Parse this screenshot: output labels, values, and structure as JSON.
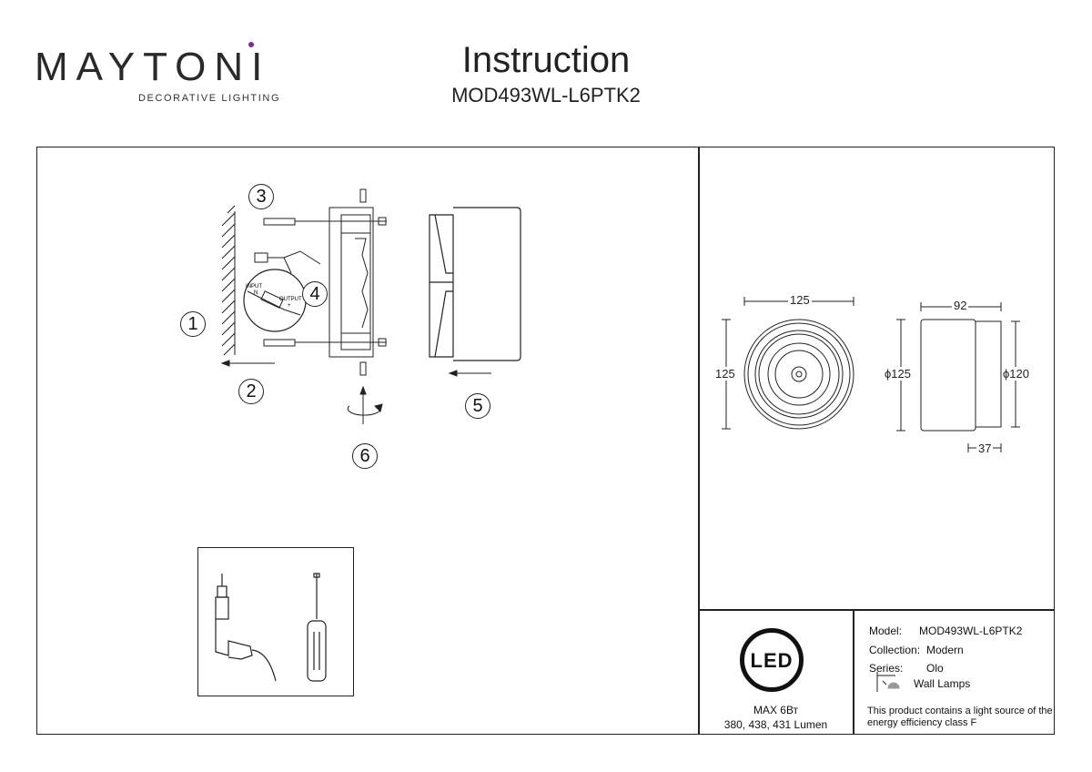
{
  "header": {
    "brand": "MAYTONI",
    "tagline": "DECORATIVE LIGHTING",
    "title": "Instruction",
    "model_code": "MOD493WL-L6PTK2"
  },
  "assembly": {
    "steps": [
      "1",
      "2",
      "3",
      "4",
      "5",
      "6"
    ],
    "connector_labels": {
      "input": "INPUT",
      "n": "N",
      "output": "OUTPUT",
      "plus": "+"
    }
  },
  "dimensions": {
    "front_width": "125",
    "front_height": "125",
    "side_depth": "92",
    "side_diameter_left": "ϕ125",
    "side_diameter_right": "ϕ120",
    "side_base": "37"
  },
  "led": {
    "badge": "LED",
    "max_power": "MAX 6Вт",
    "lumen": "380, 438, 431 Lumen"
  },
  "specs": {
    "model_label": "Model:",
    "model_value": "MOD493WL-L6PTK2",
    "collection_label": "Collection:",
    "collection_value": "Modern",
    "series_label": "Series:",
    "series_value": "Olo",
    "type_value": "Wall Lamps",
    "energy_note_line1": "This product contains a light source of the",
    "energy_note_line2": "energy efficiency class F"
  }
}
